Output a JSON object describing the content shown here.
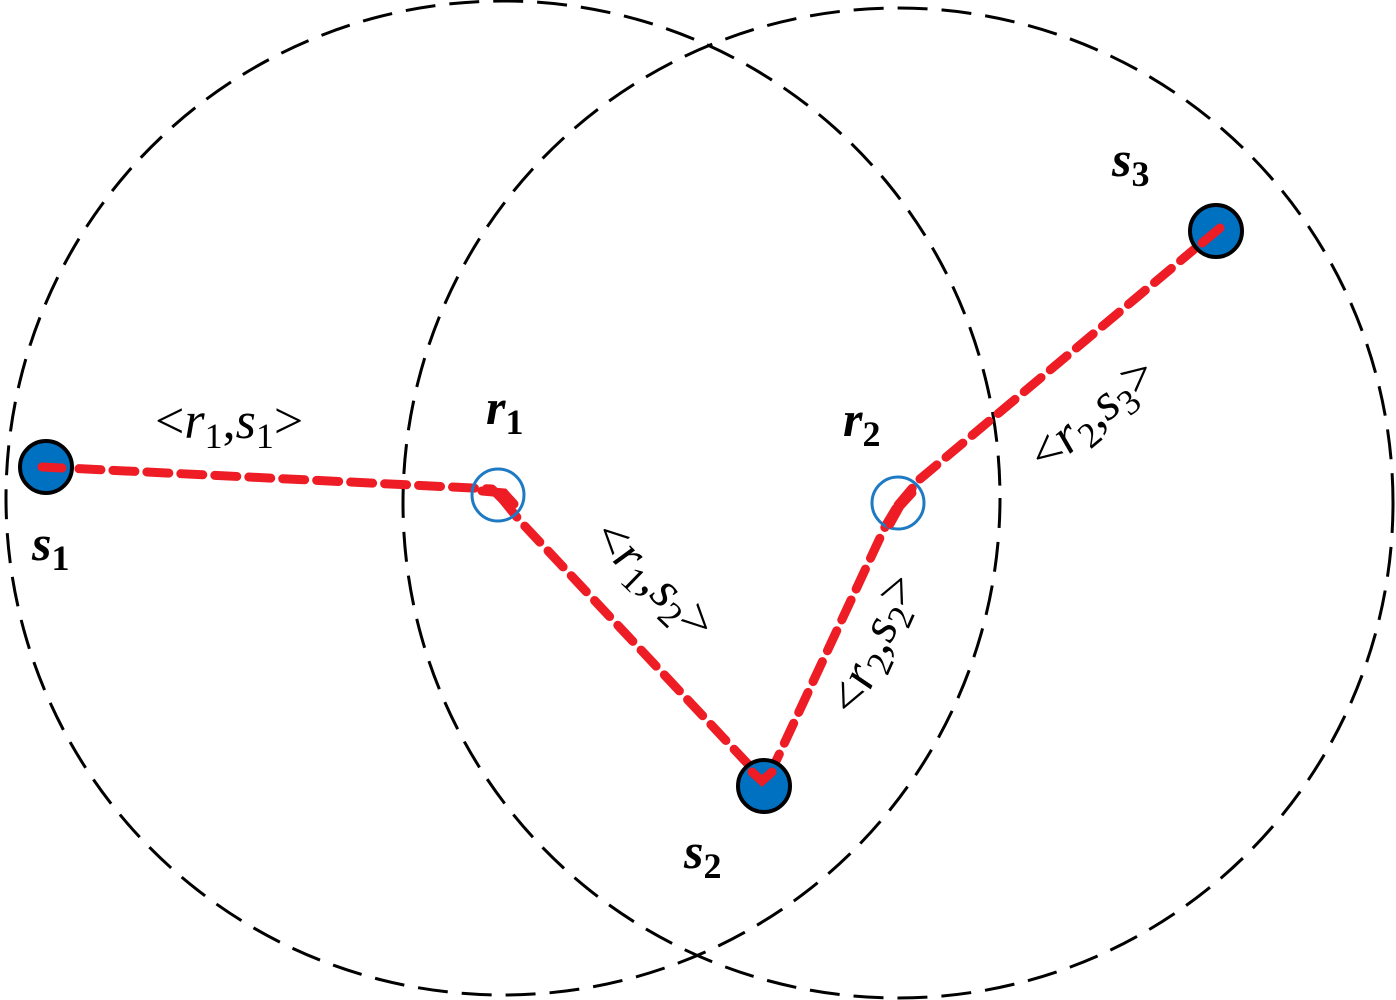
{
  "colors": {
    "link": "#ee1c25",
    "sensor_fill": "#0070c0",
    "relay_stroke": "#1f7ac4",
    "range_stroke": "#000000"
  },
  "nodes": {
    "s1": {
      "letter": "s",
      "index": "1",
      "type": "sensor"
    },
    "s2": {
      "letter": "s",
      "index": "2",
      "type": "sensor"
    },
    "s3": {
      "letter": "s",
      "index": "3",
      "type": "sensor"
    },
    "r1": {
      "letter": "r",
      "index": "1",
      "type": "relay"
    },
    "r2": {
      "letter": "r",
      "index": "2",
      "type": "relay"
    }
  },
  "links": {
    "r1_s1": {
      "open": "<",
      "r": "r",
      "r_index": "1",
      "sep": ",",
      "s": "s",
      "s_index": "1",
      "close": ">"
    },
    "r1_s2": {
      "open": "<",
      "r": "r",
      "r_index": "1",
      "sep": ",",
      "s": "s",
      "s_index": "2",
      "close": ">"
    },
    "r2_s2": {
      "open": "<",
      "r": "r",
      "r_index": "2",
      "sep": ",",
      "s": "s",
      "s_index": "2",
      "close": ">"
    },
    "r2_s3": {
      "open": "<",
      "r": "r",
      "r_index": "2",
      "sep": ",",
      "s": "s",
      "s_index": "3",
      "close": ">"
    }
  }
}
